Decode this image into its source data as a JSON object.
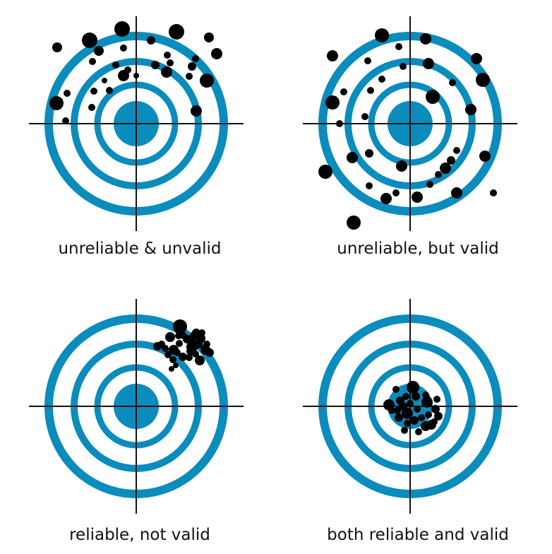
{
  "colors": {
    "target": "#0a8cbd",
    "crosshair": "#111111",
    "shots": "#000000",
    "background": "#ffffff"
  },
  "panels": [
    {
      "caption": "unreliable & unvalid",
      "shot_pattern": "scattered, biased toward upper area"
    },
    {
      "caption": "unreliable, but valid",
      "shot_pattern": "scattered around center"
    },
    {
      "caption": "reliable, not valid",
      "shot_pattern": "tight cluster, upper right, off center"
    },
    {
      "caption": "both reliable and valid",
      "shot_pattern": "tight cluster on bullseye"
    }
  ]
}
